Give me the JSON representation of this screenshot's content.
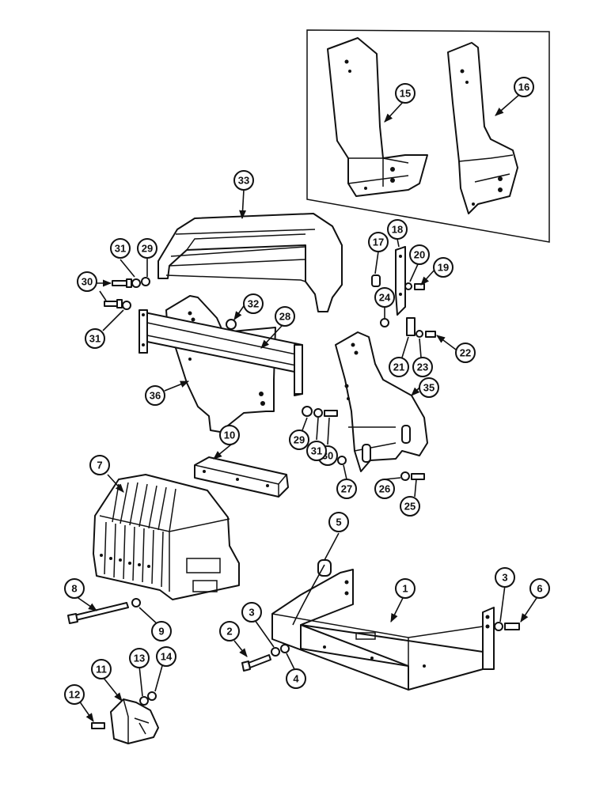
{
  "diagram": {
    "callouts": [
      "1",
      "2",
      "3",
      "3",
      "4",
      "5",
      "6",
      "7",
      "8",
      "9",
      "10",
      "11",
      "12",
      "13",
      "14",
      "15",
      "16",
      "17",
      "18",
      "19",
      "20",
      "21",
      "22",
      "23",
      "24",
      "25",
      "26",
      "27",
      "28",
      "29",
      "29",
      "30",
      "30",
      "31",
      "31",
      "31",
      "32",
      "33",
      "35",
      "36"
    ],
    "colors": {
      "ink": "#111111",
      "paper": "#ffffff"
    }
  }
}
